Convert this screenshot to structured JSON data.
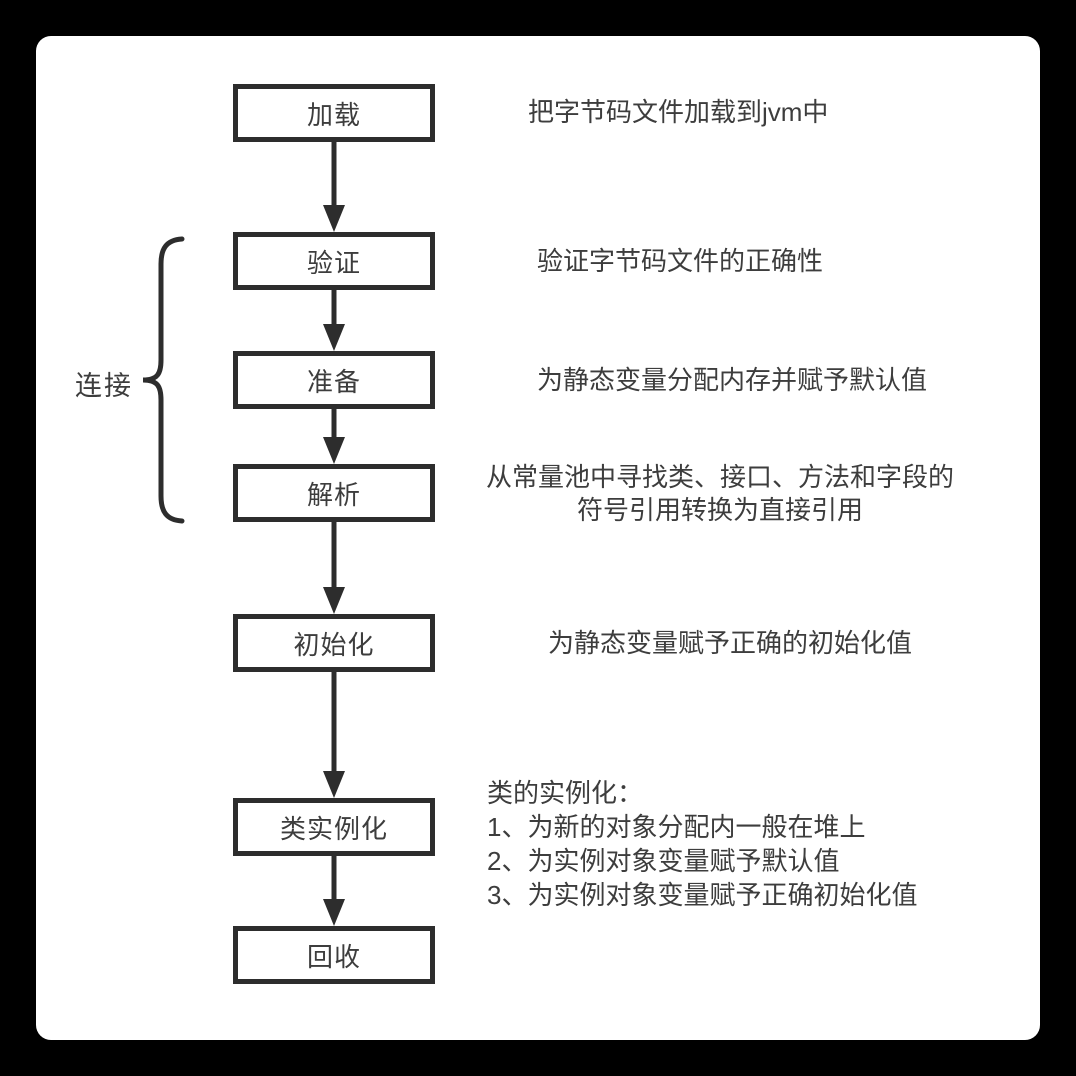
{
  "colors": {
    "background": "#000000",
    "card": "#ffffff",
    "stroke": "#2d2d2d",
    "text": "#3d3d3d"
  },
  "brace": {
    "label": "连接"
  },
  "steps": [
    {
      "id": "load",
      "label": "加载",
      "annotation": [
        "把字节码文件加载到jvm中"
      ]
    },
    {
      "id": "verify",
      "label": "验证",
      "annotation": [
        "验证字节码文件的正确性"
      ]
    },
    {
      "id": "prepare",
      "label": "准备",
      "annotation": [
        "为静态变量分配内存并赋予默认值"
      ]
    },
    {
      "id": "resolve",
      "label": "解析",
      "annotation": [
        "从常量池中寻找类、接口、方法和字段的",
        "符号引用转换为直接引用"
      ]
    },
    {
      "id": "initialize",
      "label": "初始化",
      "annotation": [
        "为静态变量赋予正确的初始化值"
      ]
    },
    {
      "id": "instantiate",
      "label": "类实例化",
      "annotation": [
        "类的实例化：",
        "1、为新的对象分配内一般在堆上",
        "2、为实例对象变量赋予默认值",
        "3、为实例对象变量赋予正确初始化值"
      ]
    },
    {
      "id": "recycle",
      "label": "回收",
      "annotation": []
    }
  ]
}
